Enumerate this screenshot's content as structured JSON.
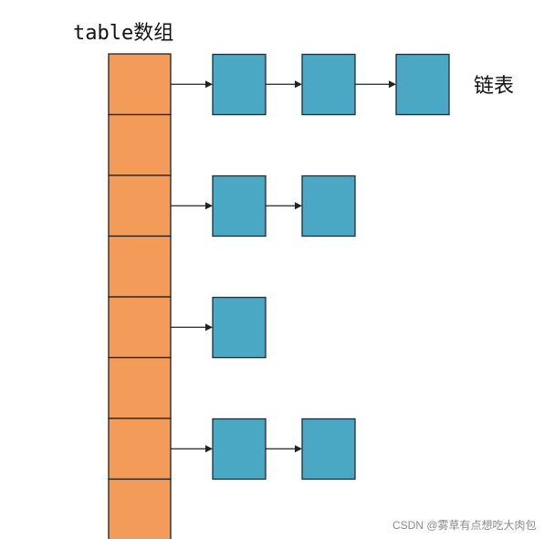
{
  "labels": {
    "table_label": "table数组",
    "list_label": "链表",
    "watermark": "CSDN @雾草有点想吃大肉包"
  },
  "colors": {
    "array_fill": "#f39c5a",
    "node_fill": "#4aa8c4",
    "stroke": "#222222"
  },
  "table": {
    "bucket_count": 8,
    "chains": [
      {
        "bucket": 0,
        "nodes": 3
      },
      {
        "bucket": 2,
        "nodes": 2
      },
      {
        "bucket": 4,
        "nodes": 1
      },
      {
        "bucket": 6,
        "nodes": 2
      }
    ]
  }
}
